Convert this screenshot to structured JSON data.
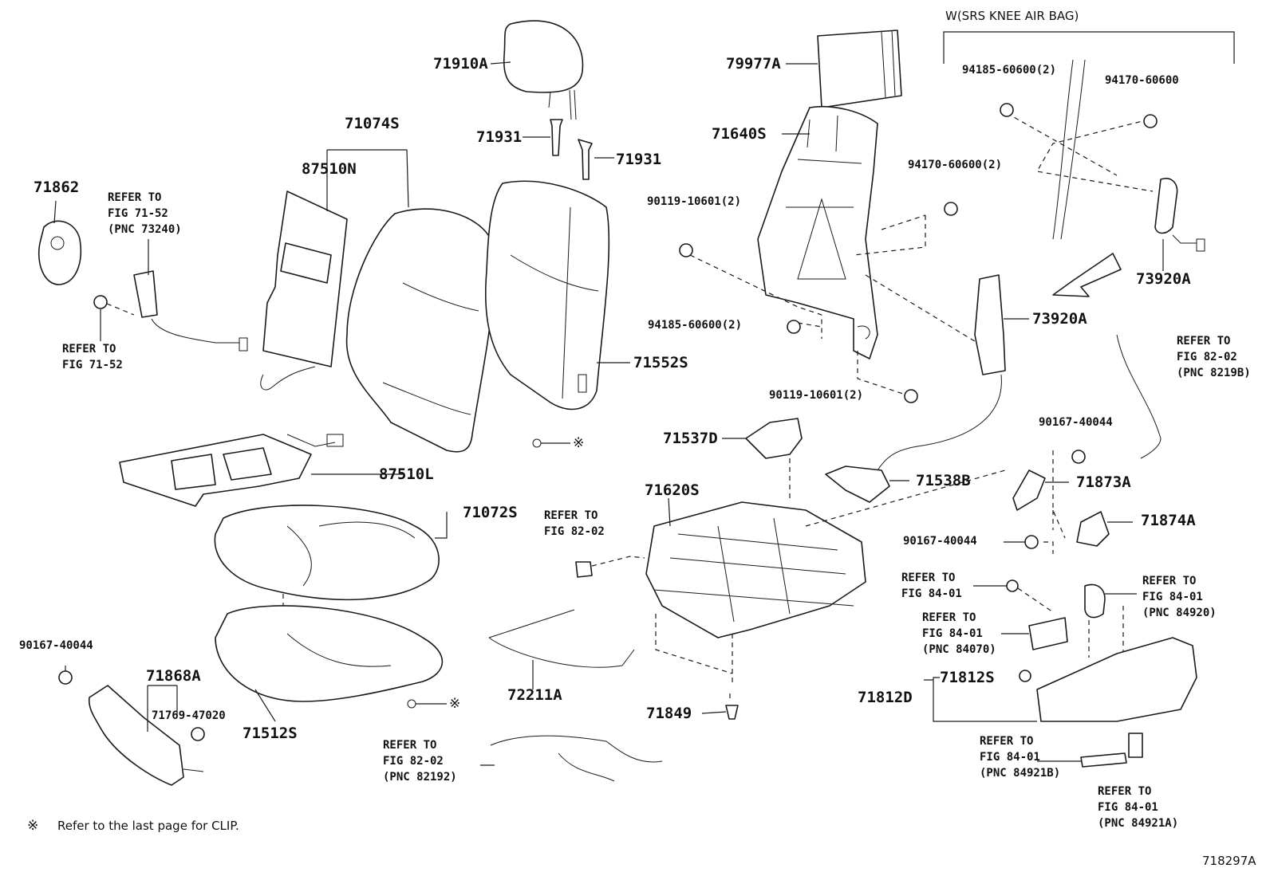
{
  "header": {
    "knee_airbag_label": "W(SRS KNEE AIR BAG)"
  },
  "parts": {
    "p71910A": "71910A",
    "p79977A": "79977A",
    "p71074S": "71074S",
    "p71931_a": "71931",
    "p71931_b": "71931",
    "p71640S": "71640S",
    "p71862": "71862",
    "p87510N": "87510N",
    "p94185_60600_top": "94185-60600(2)",
    "p94170_60600_top": "94170-60600",
    "p94170_60600_2": "94170-60600(2)",
    "p90119_10601_top": "90119-10601(2)",
    "p94185_60600_mid": "94185-60600(2)",
    "p73920A_right": "73920A",
    "p73920A_mid": "73920A",
    "p71552S": "71552S",
    "p90119_10601_bot": "90119-10601(2)",
    "p71537D": "71537D",
    "p90167_40044_right": "90167-40044",
    "p71538B": "71538B",
    "p71873A": "71873A",
    "p87510L": "87510L",
    "p71620S": "71620S",
    "p71072S": "71072S",
    "p71874A": "71874A",
    "p90167_40044_mid": "90167-40044",
    "p90167_40044_left": "90167-40044",
    "p71868A": "71868A",
    "p71769_47020": "71769-47020",
    "p71512S": "71512S",
    "p72211A": "72211A",
    "p71849": "71849",
    "p71812S": "71812S",
    "p71812D": "71812D"
  },
  "refs": {
    "r1": [
      "REFER TO",
      "FIG 71-52",
      "(PNC 73240)"
    ],
    "r2": [
      "REFER TO",
      "FIG 71-52"
    ],
    "r3": [
      "REFER TO",
      "FIG 82-02",
      "(PNC 8219B)"
    ],
    "r4": [
      "REFER TO",
      "FIG 82-02"
    ],
    "r5": [
      "REFER TO",
      "FIG 84-01"
    ],
    "r6": [
      "REFER TO",
      "FIG 84-01",
      "(PNC 84920)"
    ],
    "r7": [
      "REFER TO",
      "FIG 84-01",
      "(PNC 84070)"
    ],
    "r8": [
      "REFER TO",
      "FIG 82-02",
      "(PNC 82192)"
    ],
    "r9": [
      "REFER TO",
      "FIG 84-01",
      "(PNC 84921B)"
    ],
    "r10": [
      "REFER TO",
      "FIG 84-01",
      "(PNC 84921A)"
    ]
  },
  "clip_symbol": "※",
  "footer": {
    "note_symbol": "※",
    "note_text": "Refer to the last page for CLIP.",
    "figure_id": "718297A"
  }
}
